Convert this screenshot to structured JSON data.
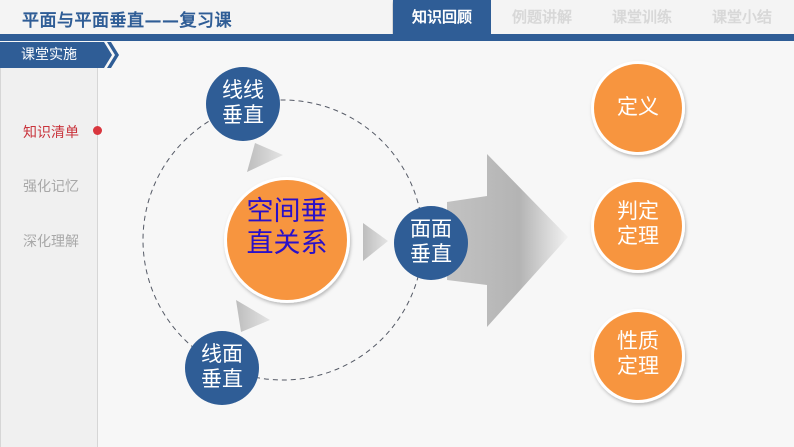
{
  "header": {
    "title": "平面与平面垂直——复习课",
    "tabs": [
      {
        "label": "知识回顾",
        "active": true
      },
      {
        "label": "例题讲解",
        "active": false
      },
      {
        "label": "课堂训练",
        "active": false
      },
      {
        "label": "课堂小结",
        "active": false
      }
    ]
  },
  "section_banner": {
    "label": "课堂实施"
  },
  "sidebar": {
    "items": [
      {
        "label": "知识清单",
        "active": true
      },
      {
        "label": "强化记忆",
        "active": false
      },
      {
        "label": "深化理解",
        "active": false
      }
    ]
  },
  "diagram": {
    "center": {
      "line1": "空间垂",
      "line2": "直关系"
    },
    "nodes": [
      {
        "line1": "线线",
        "line2": "垂直"
      },
      {
        "line1": "面面",
        "line2": "垂直"
      },
      {
        "line1": "线面",
        "line2": "垂直"
      }
    ],
    "outputs": [
      {
        "line1": "定义",
        "line2": ""
      },
      {
        "line1": "判定",
        "line2": "定理"
      },
      {
        "line1": "性质",
        "line2": "定理"
      }
    ]
  },
  "colors": {
    "primary_blue": "#2f5d96",
    "orange": "#f7953f",
    "center_text": "#2a10c8",
    "active_red": "#c9343c",
    "inactive_gray": "#a8a8a8"
  }
}
